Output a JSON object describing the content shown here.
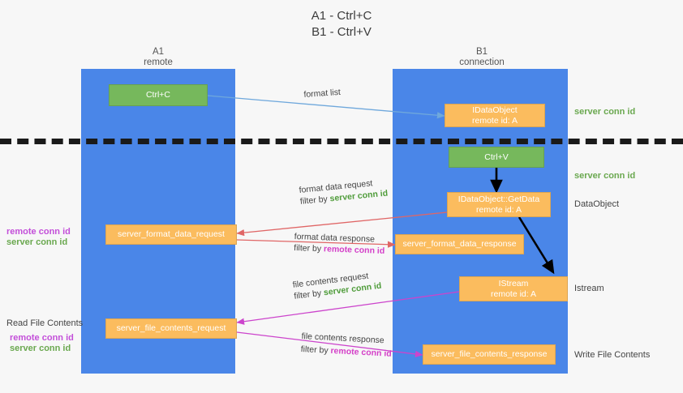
{
  "title": "A1 - Ctrl+C\nB1 - Ctrl+V",
  "columns": [
    {
      "name": "A1",
      "sub": "remote"
    },
    {
      "name": "B1",
      "sub": "connection"
    }
  ],
  "nodes": {
    "ctrl_c": {
      "line1": "Ctrl+C"
    },
    "idataobject_top": {
      "line1": "IDataObject",
      "line2": "remote id: A"
    },
    "ctrl_v": {
      "line1": "Ctrl+V"
    },
    "getdata": {
      "line1": "IDataObject::GetData",
      "line2": "remote id: A"
    },
    "server_format_data_request": {
      "line1": "server_format_data_request"
    },
    "server_format_data_response": {
      "line1": "server_format_data_response"
    },
    "istream": {
      "line1": "IStream",
      "line2": "remote id: A"
    },
    "server_file_contents_request": {
      "line1": "server_file_contents_request"
    },
    "server_file_contents_response": {
      "line1": "server_file_contents_response"
    }
  },
  "right_labels": {
    "server_conn_id_top": "server conn id",
    "server_conn_id_mid": "server conn id",
    "dataobject": "DataObject",
    "istream": "Istream",
    "write_file_contents": "Write File Contents"
  },
  "left_labels": {
    "remote_conn_id_1": "remote conn id",
    "server_conn_id_1": "server conn id",
    "read_file_contents": "Read File Contents",
    "remote_conn_id_2": "remote conn id",
    "server_conn_id_2": "server conn id"
  },
  "edges": {
    "format_list": {
      "text": "format list"
    },
    "format_data_request": {
      "text": "format data request",
      "filter_prefix": "filter by ",
      "filter_value": "server conn id"
    },
    "format_data_response": {
      "text": "format data response",
      "filter_prefix": "filter by ",
      "filter_value": "remote conn id"
    },
    "file_contents_request": {
      "text": "file contents request",
      "filter_prefix": "filter by ",
      "filter_value": "server conn id"
    },
    "file_contents_response": {
      "text": "file contents response",
      "filter_prefix": "filter by ",
      "filter_value": "remote conn id"
    }
  },
  "colors": {
    "lane": "#4a86e8",
    "green_node": "#76b85c",
    "orange_node": "#fbbc5e",
    "green_text": "#6aa84f",
    "magenta_text": "#c34fd9",
    "red_arrow": "#e06666",
    "magenta_arrow": "#cc44cc",
    "blue_arrow": "#6fa8dc",
    "black_arrow": "#000000"
  }
}
